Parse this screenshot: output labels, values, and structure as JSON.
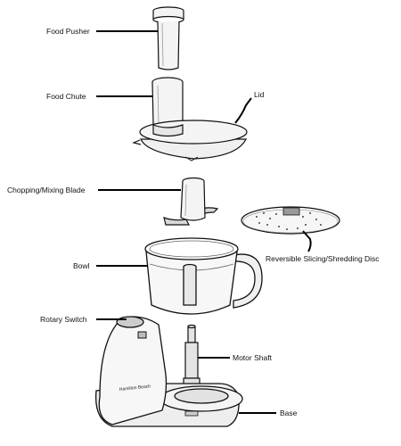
{
  "diagram": {
    "parts": [
      {
        "id": "food-pusher",
        "label": "Food Pusher"
      },
      {
        "id": "food-chute",
        "label": "Food Chute"
      },
      {
        "id": "lid",
        "label": "Lid"
      },
      {
        "id": "chopping-blade",
        "label": "Chopping/Mixing Blade"
      },
      {
        "id": "slicing-disc",
        "label": "Reversible Slicing/Shredding Disc"
      },
      {
        "id": "bowl",
        "label": "Bowl"
      },
      {
        "id": "rotary-switch",
        "label": "Rotary Switch"
      },
      {
        "id": "motor-shaft",
        "label": "Motor Shaft"
      },
      {
        "id": "base",
        "label": "Base"
      }
    ],
    "brand_text": "Hamilton Beach"
  }
}
